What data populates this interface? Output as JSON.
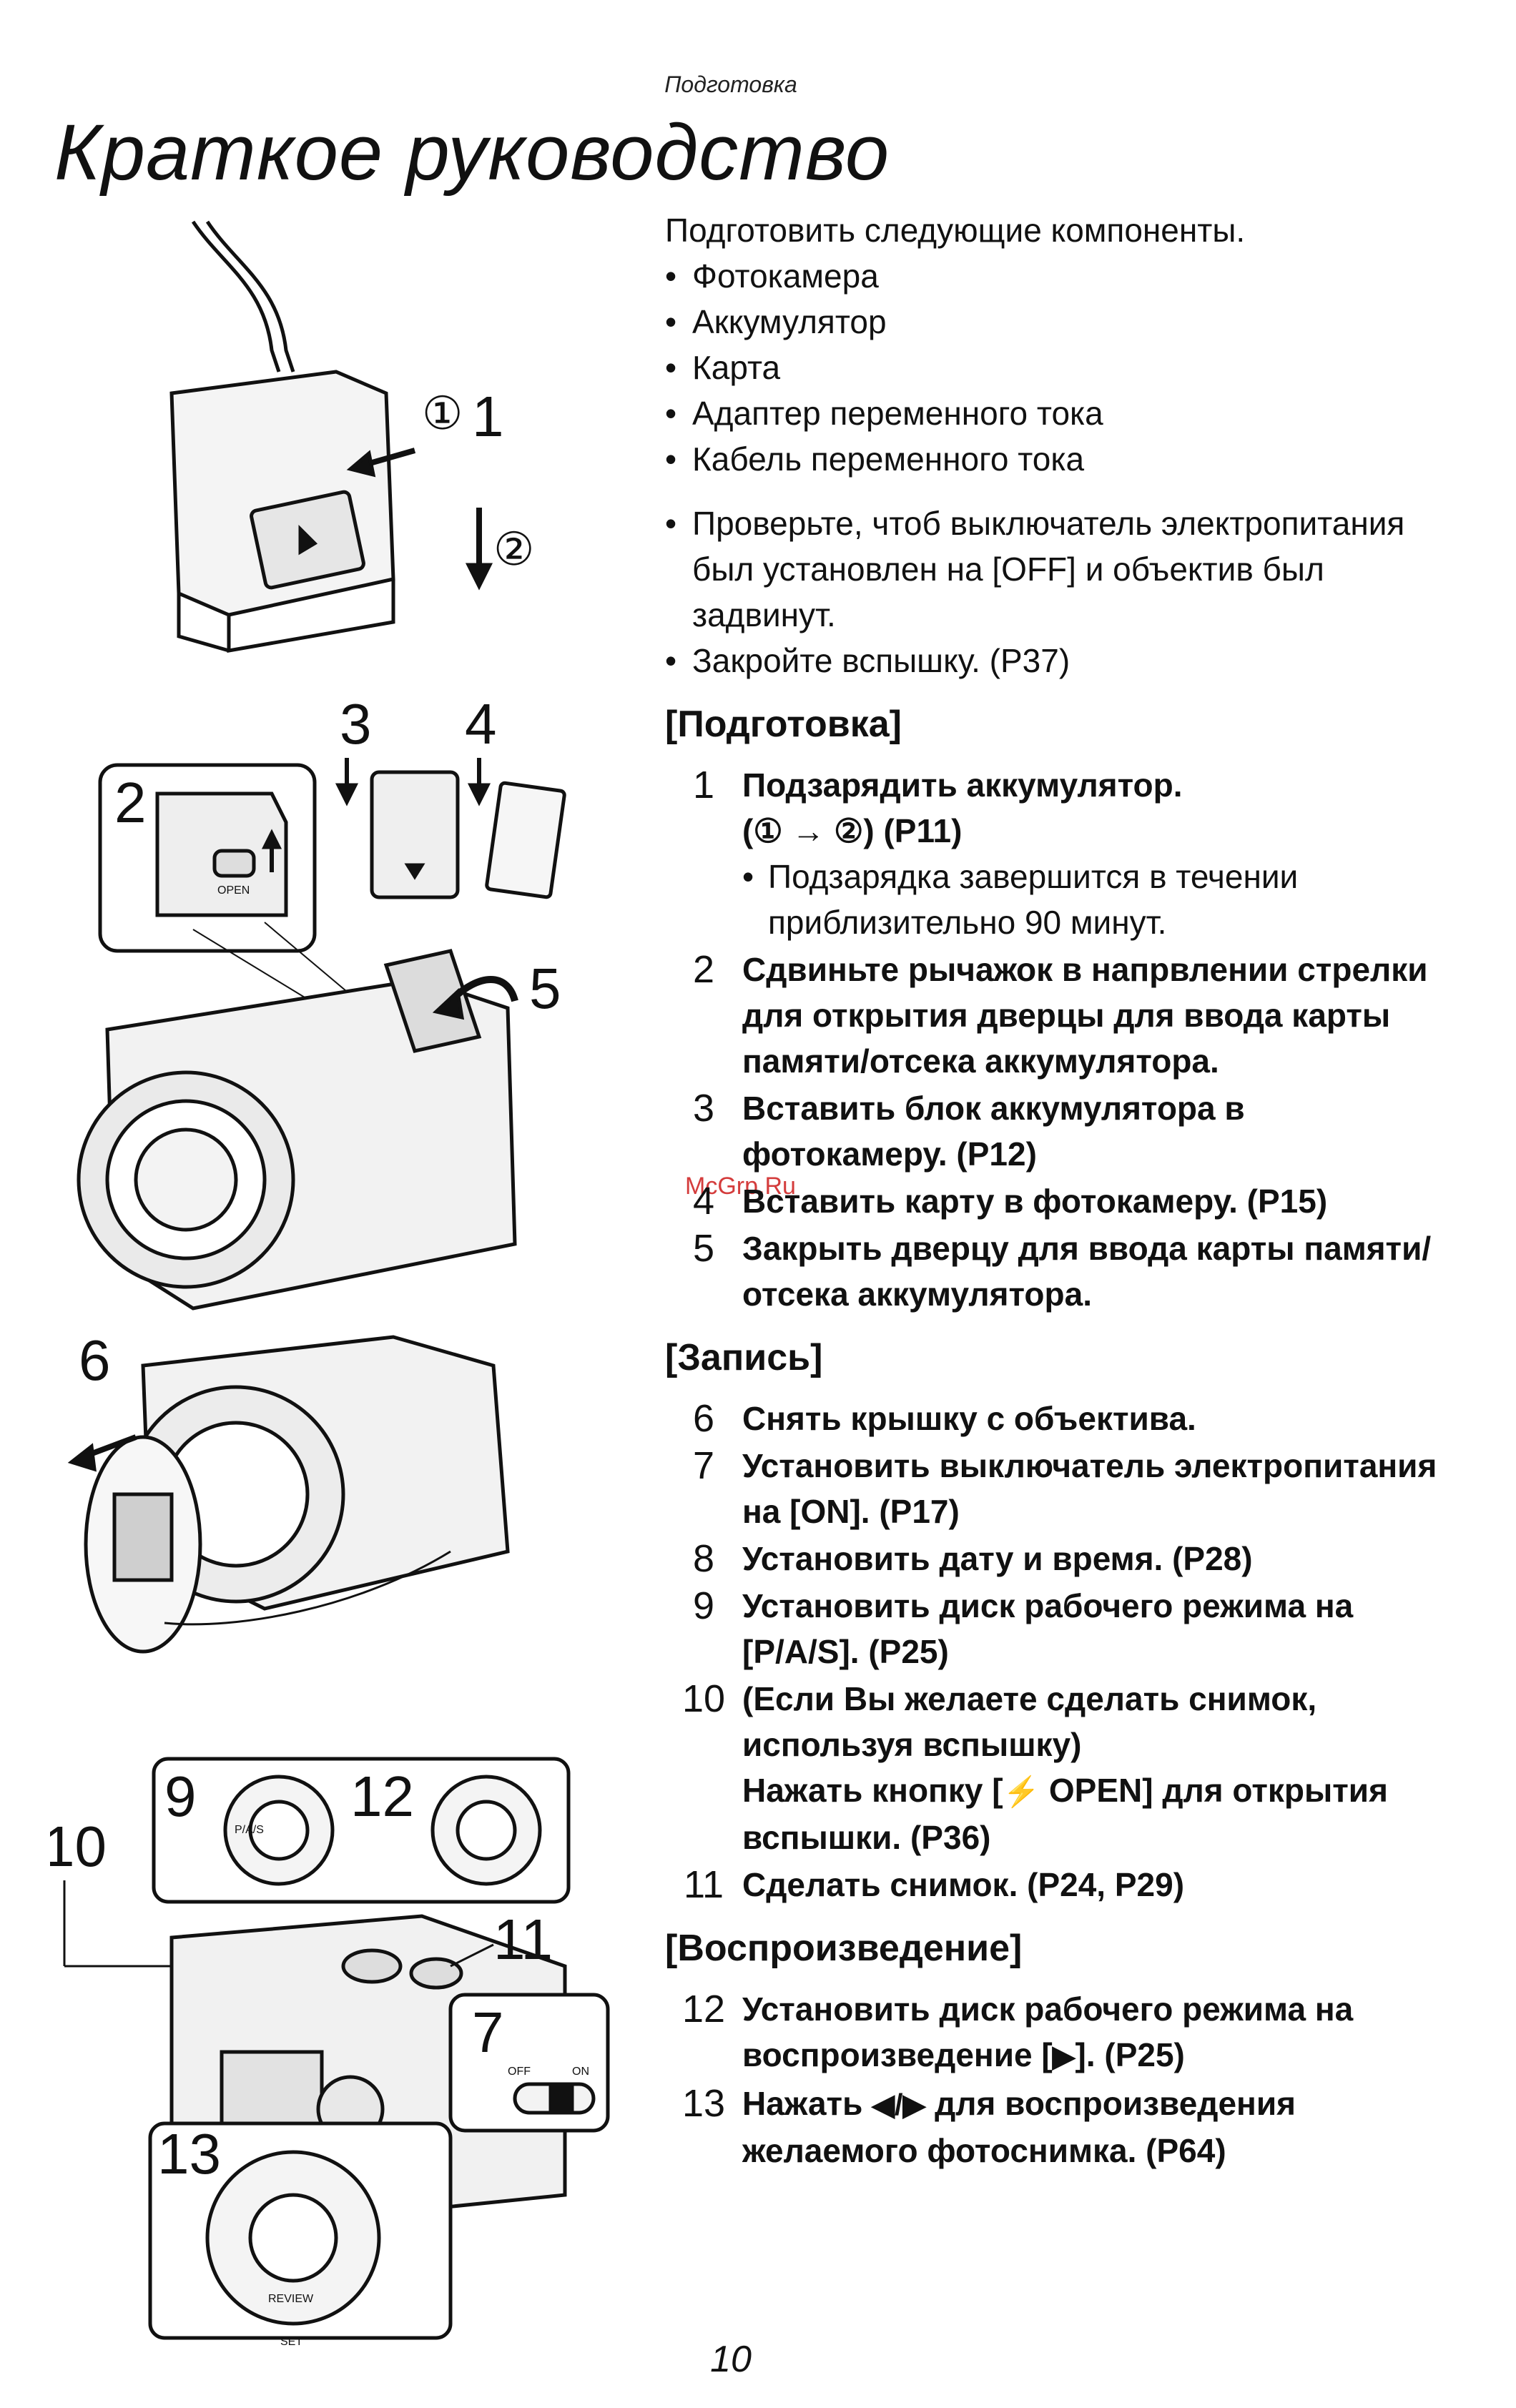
{
  "header": {
    "section_label": "Подготовка",
    "title": "Краткое руководство"
  },
  "intro": {
    "lead": "Подготовить следующие компоненты.",
    "items": [
      "Фотокамера",
      "Аккумулятор",
      "Карта",
      "Адаптер переменного тока",
      "Кабель переменного тока"
    ],
    "checks": [
      "Проверьте, чтоб выключатель электропитания был установлен на [OFF] и объектив был задвинут.",
      "Закройте вспышку. (P37)"
    ]
  },
  "sections": {
    "prep": {
      "title": "[Подготовка]",
      "steps": [
        {
          "n": "1",
          "text": "Подзарядить аккумулятор.",
          "ref": "(① → ②) (P11)",
          "note": "Подзарядка завершится в течении приблизительно 90 минут."
        },
        {
          "n": "2",
          "text": "Сдвиньте рычажок в напрвлении стрелки для открытия дверцы для ввода карты памяти/отсека аккумулятора."
        },
        {
          "n": "3",
          "text": "Вставить блок аккумулятора в фотокамеру. (P12)"
        },
        {
          "n": "4",
          "text": "Вставить карту в фотокамеру. (P15)"
        },
        {
          "n": "5",
          "text": "Закрыть дверцу для ввода карты памяти/отсека аккумулятора."
        }
      ]
    },
    "record": {
      "title": "[Запись]",
      "steps": [
        {
          "n": "6",
          "text": "Снять крышку с объектива."
        },
        {
          "n": "7",
          "text": "Установить выключатель электропитания на [ON]. (P17)"
        },
        {
          "n": "8",
          "text": "Установить дату и время. (P28)"
        },
        {
          "n": "9",
          "text": "Установить диск рабочего режима на [P/A/S]. (P25)"
        },
        {
          "n": "10",
          "text": "(Если Вы желаете сделать снимок, используя вспышку)",
          "text2_pre": "Нажать кнопку [",
          "text2_glyph": "⚡",
          "text2_post": " OPEN] для открытия вспышки. (P36)"
        },
        {
          "n": "11",
          "text": "Сделать снимок. (P24, P29)"
        }
      ]
    },
    "playback": {
      "title": "[Воспроизведение]",
      "steps": [
        {
          "n": "12",
          "text_pre": "Установить диск рабочего режима на воспроизведение [",
          "glyph": "▶",
          "text_post": "]. (P25)"
        },
        {
          "n": "13",
          "text_pre": "Нажать ",
          "glyph": "◀/▶",
          "text_post": " для воспроизведения желаемого фотоснимка. (P64)"
        }
      ]
    }
  },
  "figure_labels": {
    "circle1": "①",
    "circle2": "②",
    "n1": "1",
    "n2": "2",
    "n3": "3",
    "n4": "4",
    "n5": "5",
    "n6": "6",
    "n7": "7",
    "n9": "9",
    "n10": "10",
    "n11": "11",
    "n12": "12",
    "n13": "13",
    "open": "OPEN",
    "off": "OFF",
    "on": "ON",
    "pas": "P/A/S",
    "review": "REVIEW",
    "set": "SET"
  },
  "watermark": "McGrp.Ru",
  "footer": {
    "page_number": "10"
  }
}
